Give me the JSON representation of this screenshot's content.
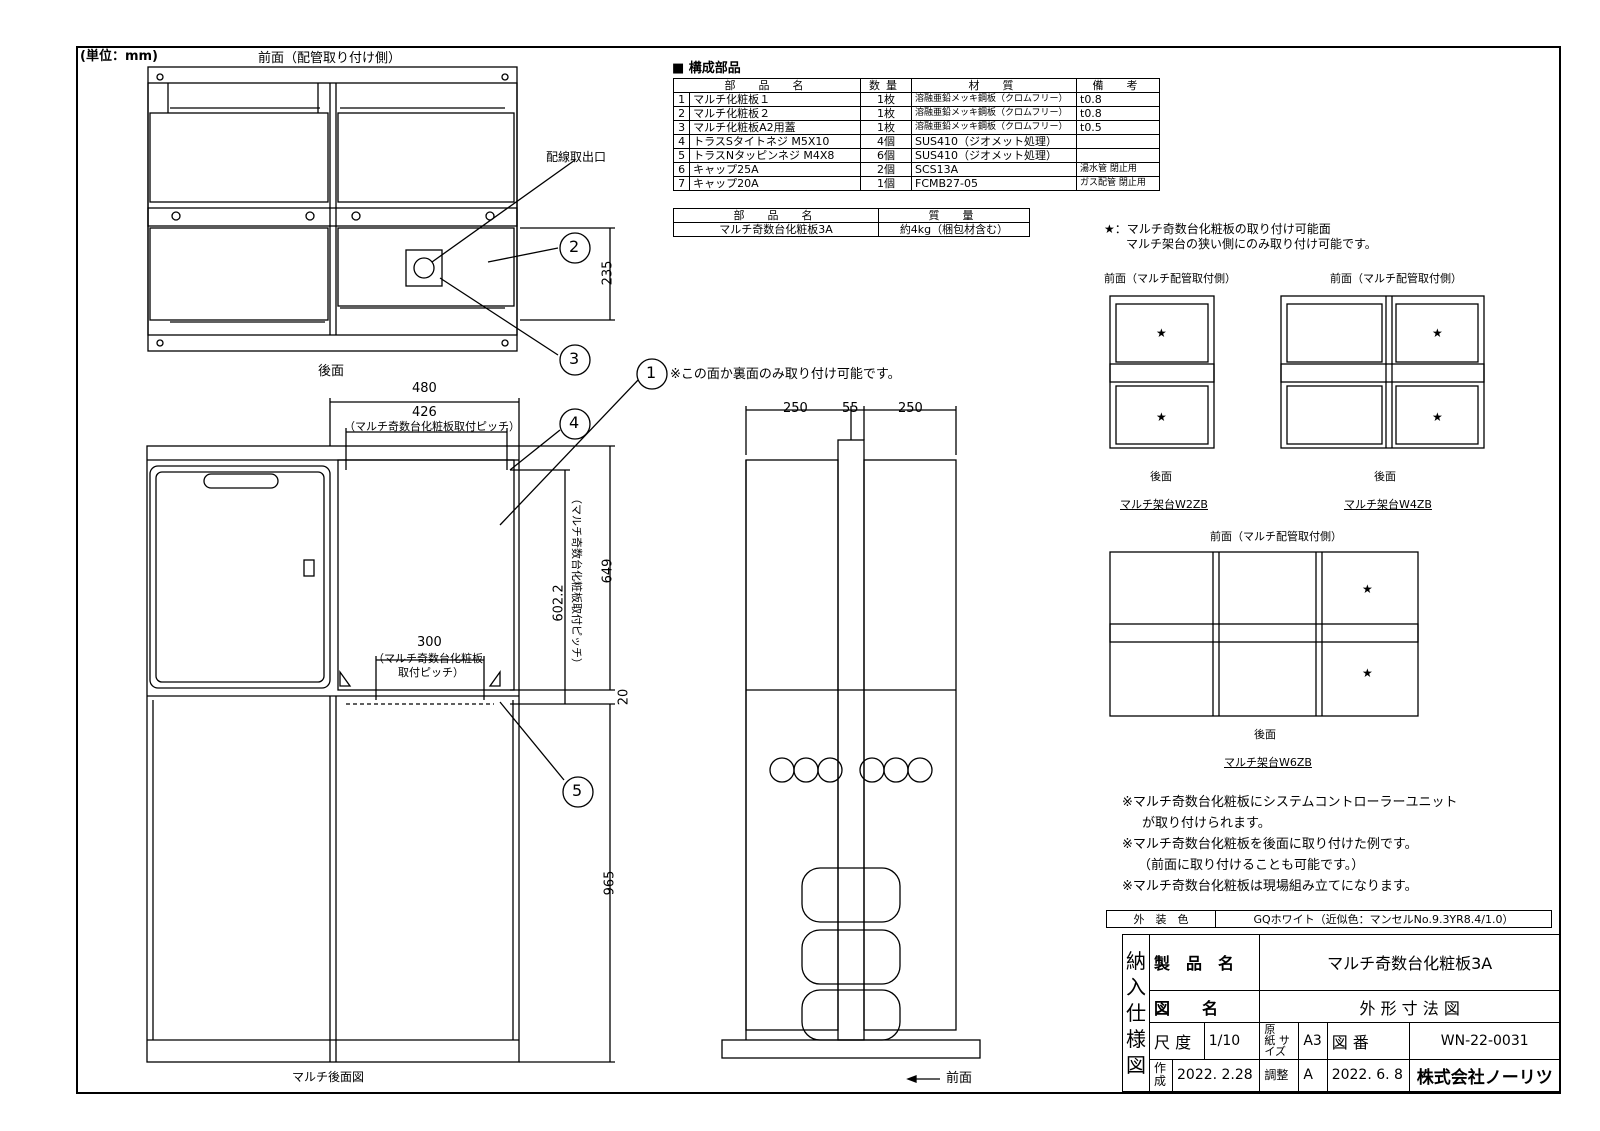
{
  "unit_label": "(単位：mm)",
  "top_view": {
    "front_label": "前面（配管取り付け側）",
    "back_label": "後面",
    "wiring_label": "配線取出口",
    "dim_235": "235"
  },
  "parts": {
    "heading": "■ 構成部品",
    "headers": [
      "部　品　名",
      "数量",
      "材　質",
      "備　考"
    ],
    "rows": [
      [
        "1",
        "マルチ化粧板１",
        "1枚",
        "溶融亜鉛メッキ鋼板（クロムフリー）",
        "t0.8"
      ],
      [
        "2",
        "マルチ化粧板２",
        "1枚",
        "溶融亜鉛メッキ鋼板（クロムフリー）",
        "t0.8"
      ],
      [
        "3",
        "マルチ化粧板A2用蓋",
        "1枚",
        "溶融亜鉛メッキ鋼板（クロムフリー）",
        "t0.5"
      ],
      [
        "4",
        "トラスSタイトネジ M5X10",
        "4個",
        "SUS410（ジオメット処理）",
        ""
      ],
      [
        "5",
        "トラスNタッピンネジ M4X8",
        "6個",
        "SUS410（ジオメット処理）",
        ""
      ],
      [
        "6",
        "キャップ25A",
        "2個",
        "SCS13A",
        "湯水管 閉止用"
      ],
      [
        "7",
        "キャップ20A",
        "1個",
        "FCMB27-05",
        "ガス配管 閉止用"
      ]
    ],
    "mass_headers": [
      "部　品　名",
      "質　量"
    ],
    "mass_row": [
      "マルチ奇数台化粧板3A",
      "約4kg（梱包材含む）"
    ]
  },
  "star_note": {
    "line1": "★：マルチ奇数台化粧板の取り付け可能面",
    "line2": "マルチ架台の狭い側にのみ取り付け可能です。"
  },
  "racks": {
    "front_label": "前面（マルチ配管取付側）",
    "back_label": "後面",
    "w2zb": "マルチ架台W2ZB",
    "w4zb": "マルチ架台W4ZB",
    "w6zb": "マルチ架台W6ZB"
  },
  "rear_view": {
    "note1": "※この面か裏面のみ取り付け可能です。",
    "dim_480": "480",
    "dim_426": "426",
    "pitch_label": "（マルチ奇数台化粧板取付ピッチ）",
    "dim_300": "300",
    "pitch300_l1": "（マルチ奇数台化粧板",
    "pitch300_l2": "取付ピッチ）",
    "dim_649": "649",
    "dim_602": "602.2",
    "vpitch_label": "（マルチ奇数台化粧板取付ピッチ）",
    "dim_20": "20",
    "dim_965": "965",
    "caption": "マルチ後面図"
  },
  "side_view": {
    "dim_250a": "250",
    "dim_55": "55",
    "dim_250b": "250",
    "front_arrow": "前面"
  },
  "balloons": [
    "1",
    "2",
    "3",
    "4",
    "5"
  ],
  "notes": [
    "※マルチ奇数台化粧板にシステムコントローラーユニット",
    "が取り付けられます。",
    "※マルチ奇数台化粧板を後面に取り付けた例です。",
    "（前面に取り付けることも可能です。）",
    "※マルチ奇数台化粧板は現場組み立てになります。"
  ],
  "finish": {
    "label": "外　装　色",
    "value": "GQホワイト（近似色：マンセルNo.9.3YR8.4/1.0）"
  },
  "title_block": {
    "side_label": [
      "納",
      "入",
      "仕",
      "様",
      "図"
    ],
    "product_label": "製　品　名",
    "product_value": "マルチ奇数台化粧板3A",
    "drawing_label": "図　　名",
    "drawing_value": "外 形 寸 法 図",
    "scale_label": "尺 度",
    "scale_value": "1/10",
    "paper_label": "原　紙 サイズ",
    "paper_value": "A3",
    "number_label": "図 番",
    "number_value": "WN-22-0031",
    "made_label": "作成",
    "made_date": "2022. 2.28",
    "adjust_label": "調整",
    "adjust_rev": "A",
    "adjust_date": "2022. 6. 8",
    "company": "株式会社ノーリツ"
  }
}
